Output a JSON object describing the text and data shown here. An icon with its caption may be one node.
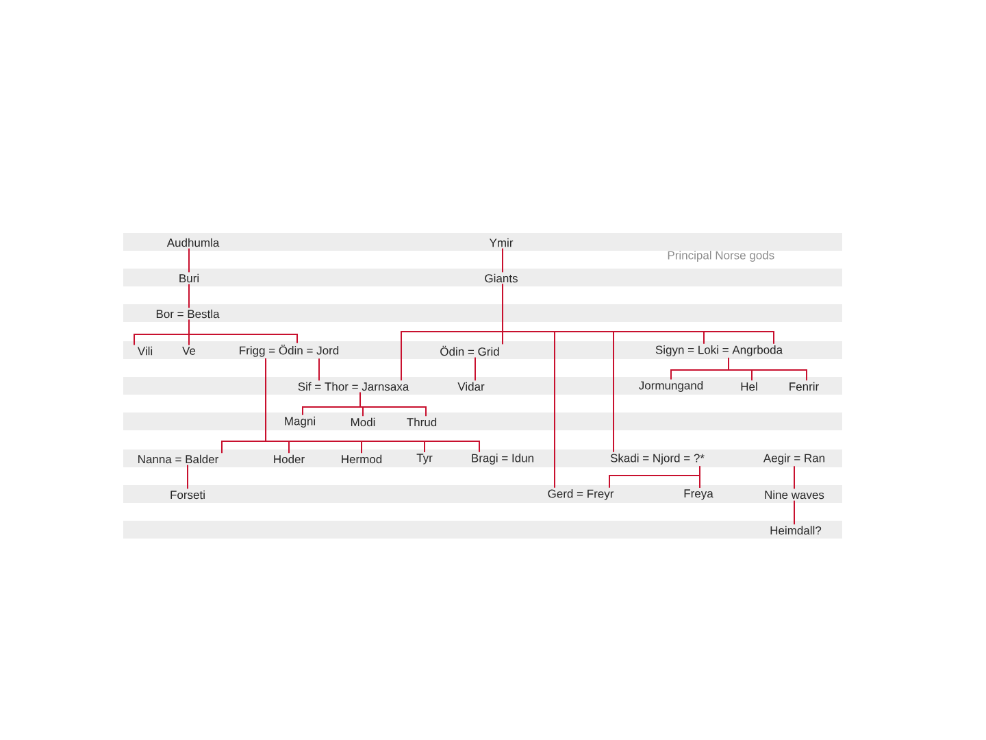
{
  "diagram": {
    "title": "Principal Norse gods",
    "nodes": [
      {
        "text": [
          "Audhumla"
        ]
      },
      {
        "text": [
          "Ymir"
        ]
      },
      {
        "text": [
          "Buri"
        ]
      },
      {
        "text": [
          "Giants"
        ]
      },
      {
        "text": [
          "Bor = Bestla"
        ]
      },
      {
        "text": [
          "Vili"
        ]
      },
      {
        "text": [
          "Ve"
        ]
      },
      {
        "text": [
          "Frigg = Ödin = Jord"
        ]
      },
      {
        "text": [
          "Ödin = Grid"
        ]
      },
      {
        "text": [
          "Sigyn = Loki = Angrboda"
        ]
      },
      {
        "text": [
          "Sif = Thor = Jarnsaxa"
        ]
      },
      {
        "text": [
          "Vidar"
        ]
      },
      {
        "text": [
          "Jormungand"
        ]
      },
      {
        "text": [
          "Hel"
        ]
      },
      {
        "text": [
          "Fenrir"
        ]
      },
      {
        "text": [
          "Magni"
        ]
      },
      {
        "text": [
          "Modi"
        ]
      },
      {
        "text": [
          "Thrud"
        ]
      },
      {
        "text": [
          "Nanna = Balder"
        ]
      },
      {
        "text": [
          "Hoder"
        ]
      },
      {
        "text": [
          "Hermod"
        ]
      },
      {
        "text": [
          "Tyr"
        ]
      },
      {
        "text": [
          "Bragi = Idun"
        ]
      },
      {
        "text": [
          "Skadi = Njord = ?*"
        ]
      },
      {
        "text": [
          "Aegir = Ran"
        ]
      },
      {
        "text": [
          "Forseti"
        ]
      },
      {
        "text": [
          "Gerd = Freyr"
        ]
      },
      {
        "text": [
          "Freya"
        ]
      },
      {
        "text": [
          "Nine waves"
        ]
      },
      {
        "text": [
          "Heimdall?"
        ]
      }
    ],
    "edges": [
      {
        "from": 0,
        "to": 2,
        "arrow": "none"
      },
      {
        "from": 2,
        "to": 4,
        "arrow": "none"
      },
      {
        "from": 4,
        "to": 5,
        "arrow": "none"
      },
      {
        "from": 4,
        "to": 6,
        "arrow": "none"
      },
      {
        "from": 4,
        "to": 7,
        "arrow": "none"
      },
      {
        "from": 1,
        "to": 3,
        "arrow": "none"
      },
      {
        "from": 3,
        "to": 8,
        "arrow": "none"
      },
      {
        "from": 3,
        "to": 10,
        "arrow": "none"
      },
      {
        "from": 3,
        "to": 26,
        "arrow": "none"
      },
      {
        "from": 3,
        "to": 23,
        "arrow": "none"
      },
      {
        "from": 3,
        "to": 9,
        "arrow": "none"
      },
      {
        "from": 3,
        "to": 9,
        "arrow": "none"
      },
      {
        "from": 7,
        "to": 10,
        "arrow": "none"
      },
      {
        "from": 7,
        "to": 18,
        "arrow": "none"
      },
      {
        "from": 7,
        "to": 19,
        "arrow": "none"
      },
      {
        "from": 7,
        "to": 20,
        "arrow": "none"
      },
      {
        "from": 7,
        "to": 21,
        "arrow": "none"
      },
      {
        "from": 7,
        "to": 22,
        "arrow": "none"
      },
      {
        "from": 10,
        "to": 15,
        "arrow": "none"
      },
      {
        "from": 10,
        "to": 16,
        "arrow": "none"
      },
      {
        "from": 10,
        "to": 17,
        "arrow": "none"
      },
      {
        "from": 8,
        "to": 11,
        "arrow": "none"
      },
      {
        "from": 9,
        "to": 12,
        "arrow": "none"
      },
      {
        "from": 9,
        "to": 13,
        "arrow": "none"
      },
      {
        "from": 9,
        "to": 14,
        "arrow": "none"
      },
      {
        "from": 18,
        "to": 25,
        "arrow": "none"
      },
      {
        "from": 23,
        "to": 26,
        "arrow": "none"
      },
      {
        "from": 23,
        "to": 27,
        "arrow": "none"
      },
      {
        "from": 24,
        "to": 28,
        "arrow": "none"
      },
      {
        "from": 28,
        "to": 29,
        "arrow": "none"
      }
    ]
  }
}
